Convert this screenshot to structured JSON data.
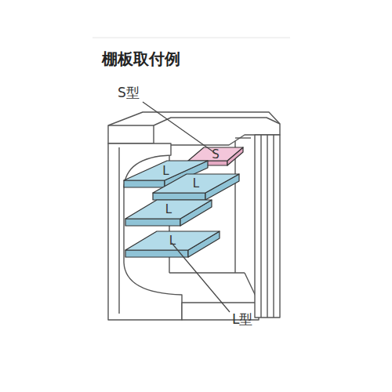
{
  "diagram": {
    "title": "棚板取付例",
    "nodes": [
      {
        "text": [
          "S"
        ]
      },
      {
        "text": [
          "L"
        ]
      },
      {
        "text": [
          "L"
        ]
      },
      {
        "text": [
          "L"
        ]
      },
      {
        "text": [
          "L"
        ]
      }
    ],
    "labels": [
      "S型",
      "L型"
    ]
  }
}
